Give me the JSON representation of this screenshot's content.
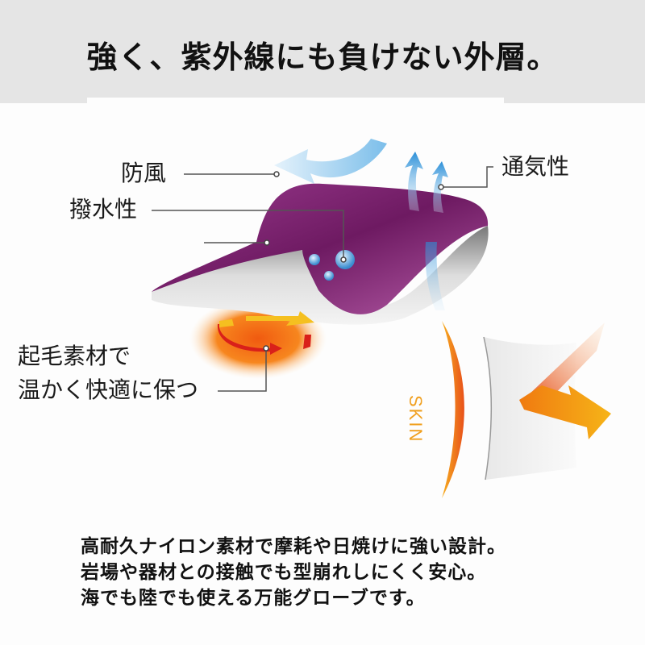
{
  "header": {
    "title": "強く、紫外線にも負けない外層。",
    "background": "#e5e5e5"
  },
  "diagram": {
    "labels": {
      "windproof": "防風",
      "water_repellent": "撥水性",
      "breathable": "通気性",
      "warm_line1": "起毛素材で",
      "warm_line2": "温かく快適に保つ"
    },
    "skin_label": "SKIN",
    "colors": {
      "fabric_purple": "#7a1f6e",
      "air_blue": "#4aa3e0",
      "heat_orange": "#f07a1a",
      "skin_orange": "#f0a020"
    },
    "icons": [
      "wind-arrow-icon",
      "breathable-arrows-icon",
      "water-droplets-icon",
      "heat-circulation-icon",
      "uv-reflect-arrow-icon"
    ]
  },
  "description": {
    "lines": [
      "高耐久ナイロン素材で摩耗や日焼けに強い設計。",
      "岩場や器材との接触でも型崩れしにくく安心。",
      "海でも陸でも使える万能グローブです。"
    ]
  }
}
